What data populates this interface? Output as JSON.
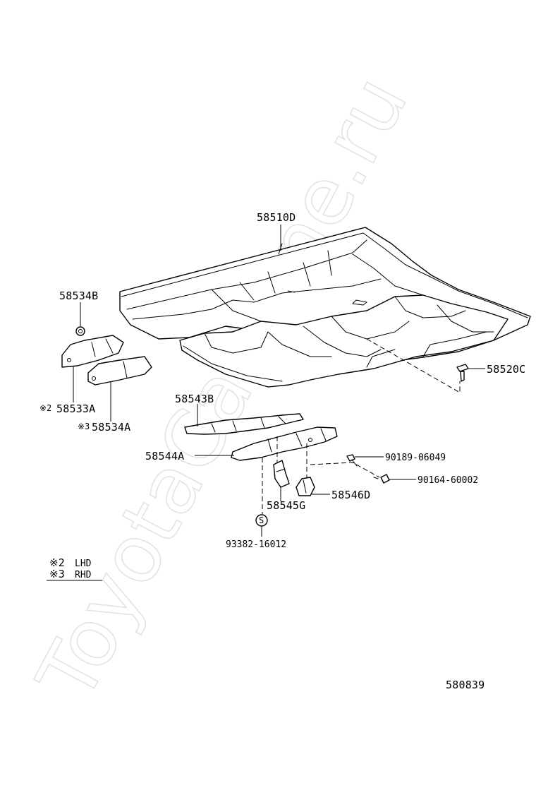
{
  "watermark": "ToyotaCarMine.ru",
  "diagram_code": "580839",
  "labels": {
    "floor_panel": "58510D",
    "plug": "58534B",
    "clip": "58520C",
    "left_pad_a": "58533A",
    "left_pad_a_mark": "※2",
    "left_pad_b": "58534A",
    "left_pad_b_mark": "※3",
    "crossmember_upper": "58543B",
    "crossmember_lower": "58544A",
    "bolt_1": "90189-06049",
    "bolt_2": "90164-60002",
    "bracket_g": "58545G",
    "bracket_d": "58546D",
    "bolt_s": "93382-16012",
    "s_symbol": "S"
  },
  "legend": [
    {
      "mark": "※2",
      "text": "LHD"
    },
    {
      "mark": "※3",
      "text": "RHD"
    }
  ]
}
